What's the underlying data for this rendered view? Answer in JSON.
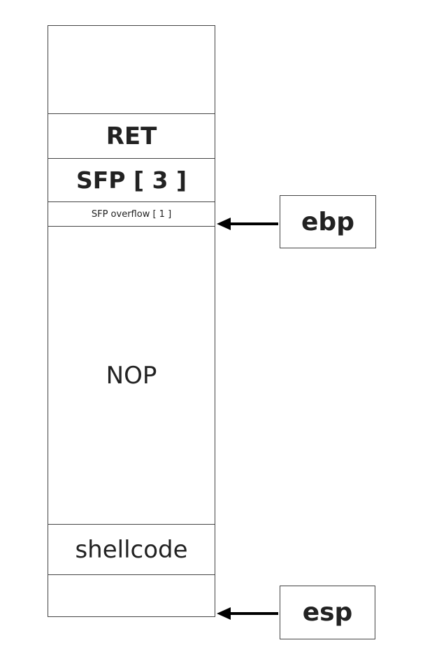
{
  "stack": {
    "cells": [
      {
        "label": ""
      },
      {
        "label": "RET"
      },
      {
        "label": "SFP [ 3 ]"
      },
      {
        "label": "SFP overflow [ 1 ]"
      },
      {
        "label": "NOP"
      },
      {
        "label": "shellcode"
      },
      {
        "label": ""
      }
    ]
  },
  "registers": {
    "ebp": "ebp",
    "esp": "esp"
  },
  "colors": {
    "line": "#444444",
    "arrow": "#000000",
    "text": "#222222"
  }
}
